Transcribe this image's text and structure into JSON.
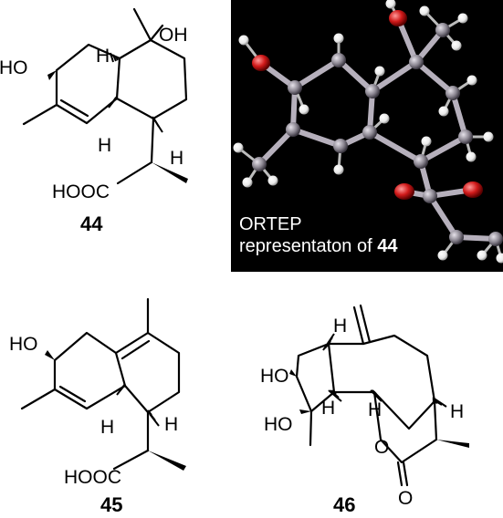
{
  "compounds": [
    {
      "id": "44",
      "atoms": {
        "oh_top": "OH",
        "ho": "HO",
        "h_ring_top": "H",
        "h_ring_bottom": "H",
        "h_side": "H",
        "hooc": "HOOC"
      }
    },
    {
      "id": "45",
      "atoms": {
        "ho": "HO",
        "h_ring": "H",
        "h_side": "H",
        "hooc": "HOOC"
      }
    },
    {
      "id": "46",
      "atoms": {
        "ho_top": "HO",
        "ho_bottom": "HO",
        "h_top": "H",
        "h_mid": "H",
        "h_right": "H",
        "h_low": "H",
        "o_ring": "O",
        "o_carbonyl": "O"
      }
    }
  ],
  "ortep": {
    "caption_line1": "ORTEP",
    "caption_line2_prefix": "representaton of ",
    "caption_compound": "44",
    "colors": {
      "background": "#000000",
      "carbon": "#8a8590",
      "oxygen": "#d11a1a",
      "hydrogen": "#f2f2f2"
    }
  }
}
